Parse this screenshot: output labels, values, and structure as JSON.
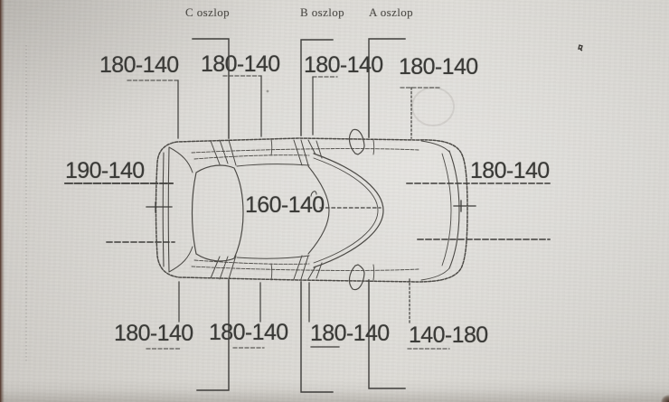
{
  "document": {
    "type_note": "scanned car paint-thickness diagram, top view",
    "pillars": [
      {
        "id": "c",
        "label": "C oszlop"
      },
      {
        "id": "b",
        "label": "B oszlop"
      },
      {
        "id": "a",
        "label": "A oszlop"
      }
    ],
    "measurements_top": [
      "180-140",
      "180-140",
      "180-140",
      "180-140"
    ],
    "measurements_bottom": [
      "180-140",
      "180-140",
      "180-140",
      "140-180"
    ],
    "measurement_left": "190-140",
    "measurement_right": "180-140",
    "measurement_center": "160-140"
  },
  "colors": {
    "paper": "#d7d5d0",
    "ink": "#3a3a37",
    "sketch": "#4c4a46",
    "paper_edge": "#4e3227"
  }
}
